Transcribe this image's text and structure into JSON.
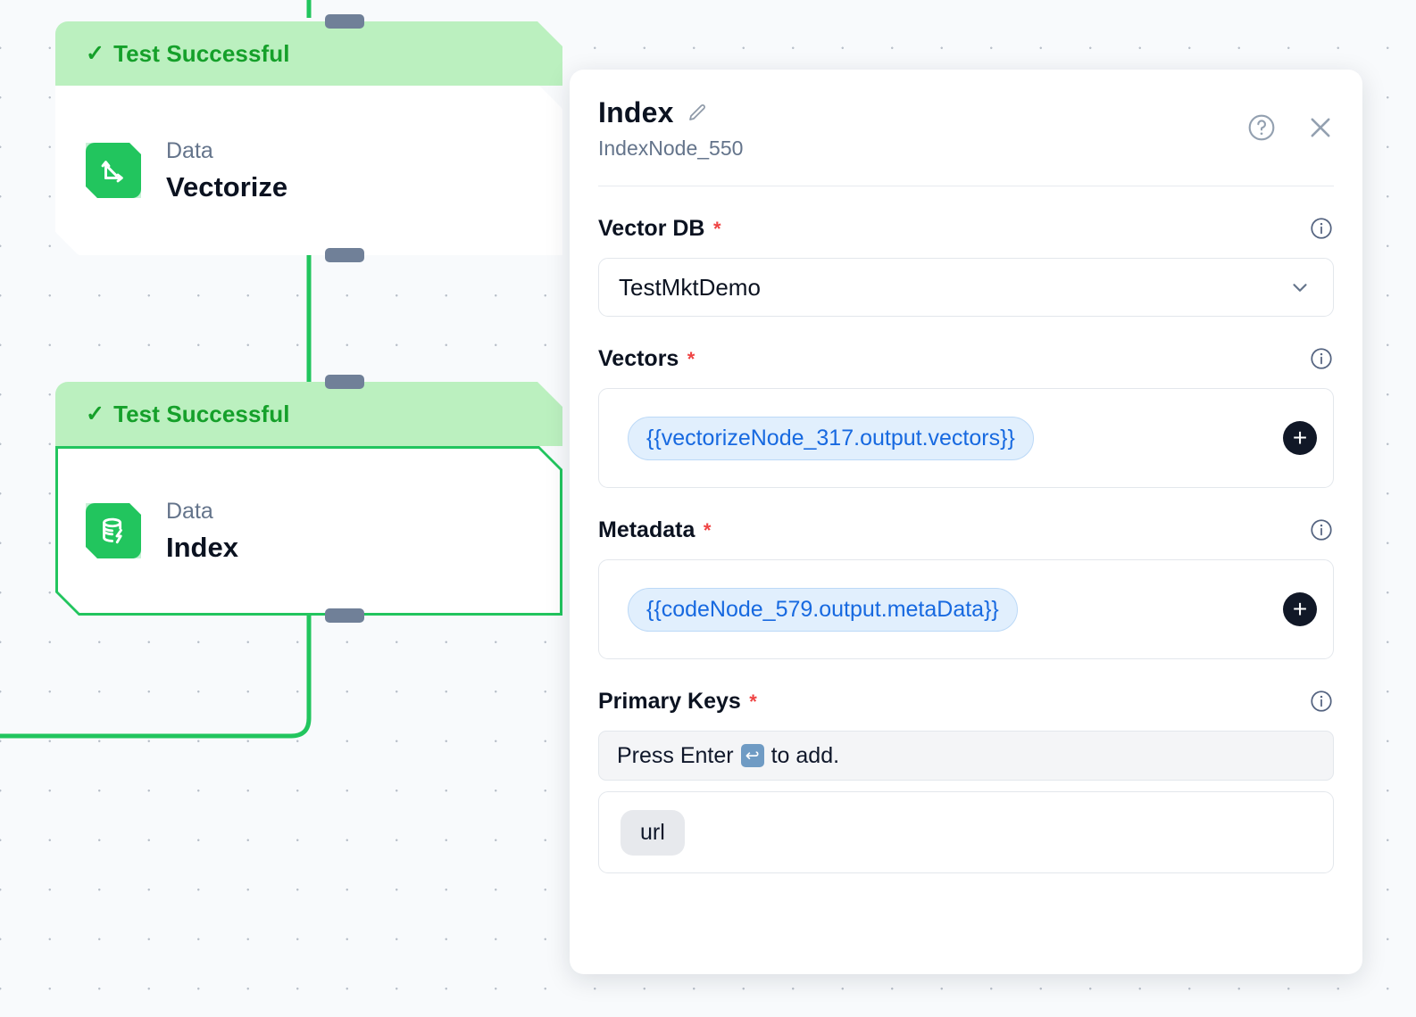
{
  "canvas": {
    "nodes": [
      {
        "status": "Test Successful",
        "check": "✓",
        "kind": "Data",
        "title": "Vectorize",
        "icon": "vector-axes-icon",
        "selected": false
      },
      {
        "status": "Test Successful",
        "check": "✓",
        "kind": "Data",
        "title": "Index",
        "icon": "database-bolt-icon",
        "selected": true
      }
    ],
    "edge_color": "#22c55e",
    "handle_color": "#708098"
  },
  "panel": {
    "title": "Index",
    "edit_icon": "pencil-icon",
    "subtitle": "IndexNode_550",
    "help_icon": "help-circle-icon",
    "close_icon": "close-icon",
    "fields": [
      {
        "label": "Vector DB",
        "required": "*",
        "info_icon": "info-icon",
        "type": "select",
        "value": "TestMktDemo",
        "chevron_icon": "chevron-down-icon"
      },
      {
        "label": "Vectors",
        "required": "*",
        "info_icon": "info-icon",
        "type": "tokens",
        "tokens": [
          "{{vectorizeNode_317.output.vectors}}"
        ],
        "add_label": "+",
        "add_icon": "plus-icon"
      },
      {
        "label": "Metadata",
        "required": "*",
        "info_icon": "info-icon",
        "type": "tokens",
        "tokens": [
          "{{codeNode_579.output.metaData}}"
        ],
        "add_label": "+",
        "add_icon": "plus-icon"
      },
      {
        "label": "Primary Keys",
        "required": "*",
        "info_icon": "info-icon",
        "type": "taginput",
        "placeholder_before": "Press Enter",
        "enter_glyph": "↩",
        "placeholder_after": "to add.",
        "tags": [
          "url"
        ]
      }
    ]
  },
  "colors": {
    "accent_green": "#22c55e",
    "banner_green": "#bbf0bf",
    "status_text_green": "#15a02a",
    "token_blue": "#1769e0",
    "token_bg": "#e1effd",
    "required_red": "#ef4444",
    "muted": "#64748b",
    "canvas_bg": "#f8fafc"
  }
}
